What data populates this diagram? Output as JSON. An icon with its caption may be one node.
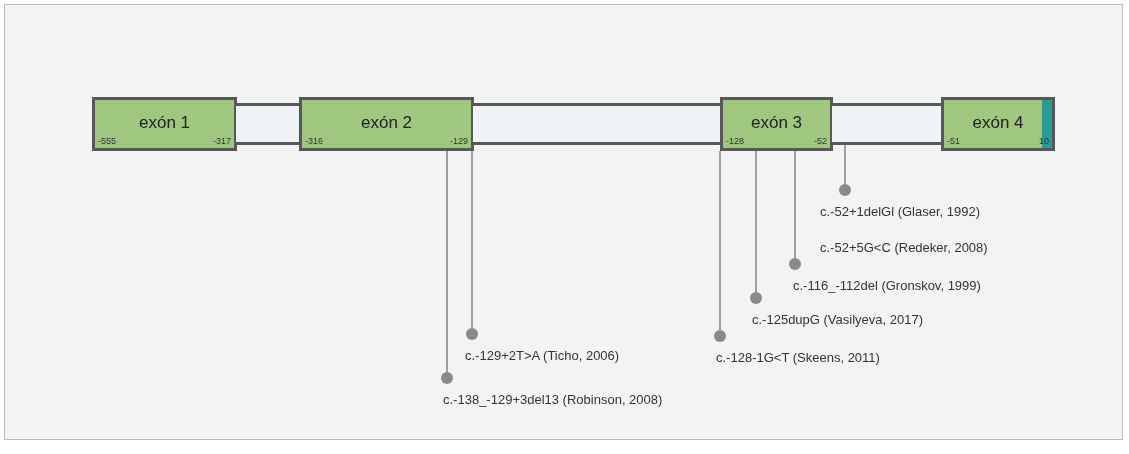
{
  "diagram": {
    "nodes": [
      {
        "text": [
          "exón 1",
          "-555",
          "-317"
        ]
      },
      {
        "text": [],
        "shape": "bar"
      },
      {
        "text": [
          "exón 2",
          "-316",
          "-129"
        ]
      },
      {
        "text": [],
        "shape": "bar"
      },
      {
        "text": [
          "exón 3",
          "-128",
          "-52"
        ]
      },
      {
        "text": [],
        "shape": "bar"
      },
      {
        "text": [
          "exón 4",
          "-51",
          "10"
        ]
      },
      {
        "text": [
          "c.-52+1delGl (Glaser, 1992)"
        ]
      },
      {
        "text": [
          "c.-116_-112del (Gronskov, 1999)"
        ]
      },
      {
        "text": [
          "c.-125dupG (Vasilyeva, 2017)"
        ]
      },
      {
        "text": [
          "c.-129+2T>A (Ticho, 2006)"
        ]
      },
      {
        "text": [
          "c.-128-1G<T (Skeens, 2011)"
        ]
      },
      {
        "text": [
          "c.-138_-129+3del13 (Robinson, 2008)"
        ]
      }
    ],
    "edges": [
      {
        "from": 7,
        "to": 5,
        "arrow": "other"
      },
      {
        "from": 8,
        "to": 4,
        "arrow": "other"
      },
      {
        "from": 9,
        "to": 4,
        "arrow": "other"
      },
      {
        "from": 10,
        "to": 2,
        "arrow": "other"
      },
      {
        "from": 11,
        "to": 4,
        "arrow": "other"
      },
      {
        "from": 12,
        "to": 2,
        "arrow": "other"
      }
    ],
    "labels": [
      "c.-52+5G<C (Redeker, 2008)"
    ]
  }
}
